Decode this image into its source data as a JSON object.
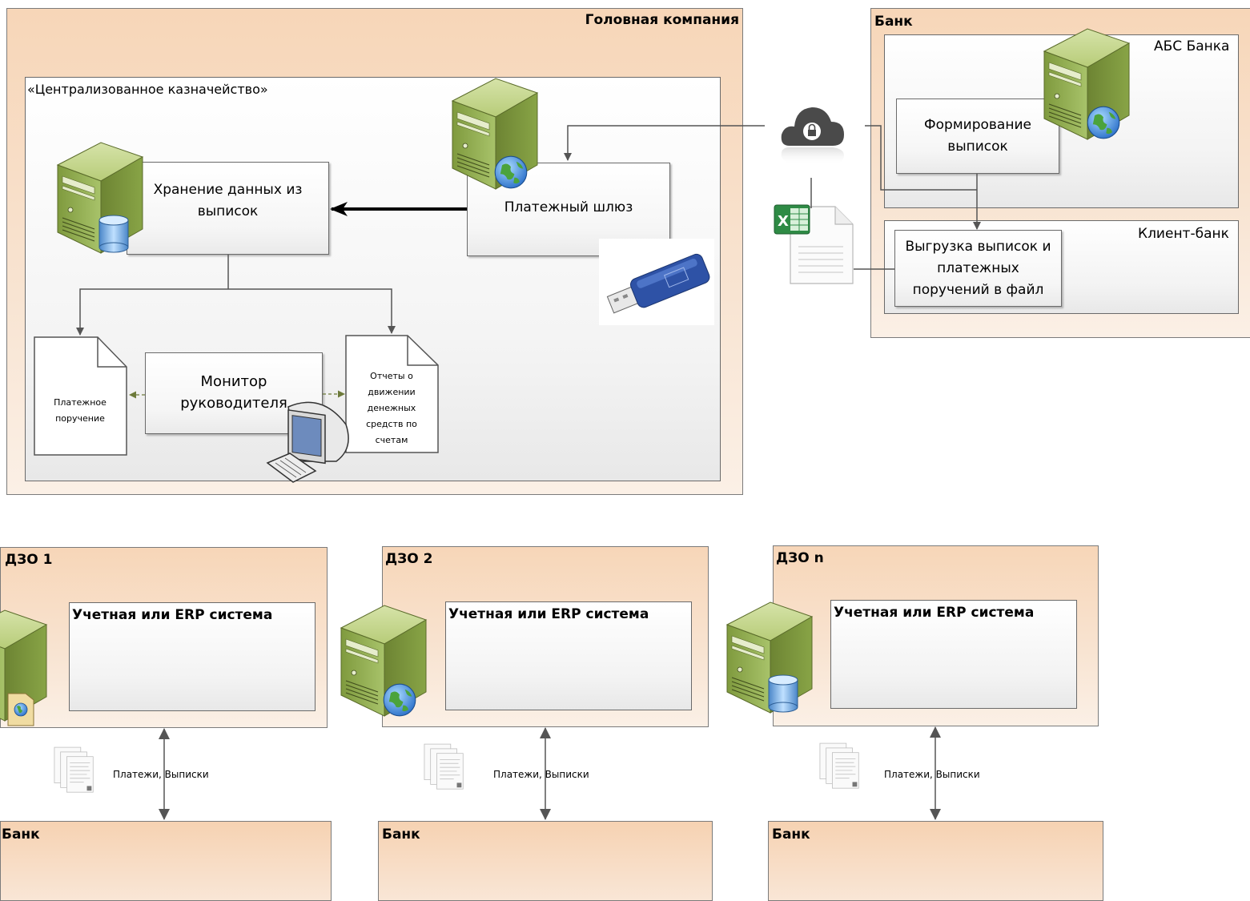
{
  "head_company": {
    "title": "Головная компания",
    "treasury": {
      "title": "«Централизованное казначейство»",
      "storage": "Хранение данных из выписок",
      "gateway": "Платежный шлюз",
      "monitor": "Монитор руководителя",
      "payment_order": "Платежное поручение",
      "reports": "Отчеты о движении денежных средств по счетам"
    }
  },
  "bank_top": {
    "title": "Банк",
    "abs": {
      "title": "АБС Банка",
      "statement_gen": "Формирование выписок"
    },
    "client_bank": {
      "title": "Клиент-банк",
      "export": "Выгрузка выписок и платежных поручений в файл"
    }
  },
  "subsidiaries": [
    {
      "title": "ДЗО 1",
      "system": "Учетная или ERP система",
      "link_label": "Платежи, Выписки",
      "bank": "Банк"
    },
    {
      "title": "ДЗО 2",
      "system": "Учетная или ERP система",
      "link_label": "Платежи, Выписки",
      "bank": "Банк"
    },
    {
      "title": "ДЗО n",
      "system": "Учетная или ERP система",
      "link_label": "Платежи, Выписки",
      "bank": "Банк"
    }
  ],
  "icons": [
    "server-icon",
    "server-globe-icon",
    "server-database-icon",
    "server-folder-icon",
    "cloud-lock-icon",
    "excel-document-icon",
    "usb-token-icon",
    "computer-monitor-icon",
    "documents-stack-icon"
  ],
  "colors": {
    "peach": "#f7d6b8",
    "server_green": "#9bb35a",
    "connector": "#555555",
    "dashed_connector": "#6d7a3a"
  }
}
